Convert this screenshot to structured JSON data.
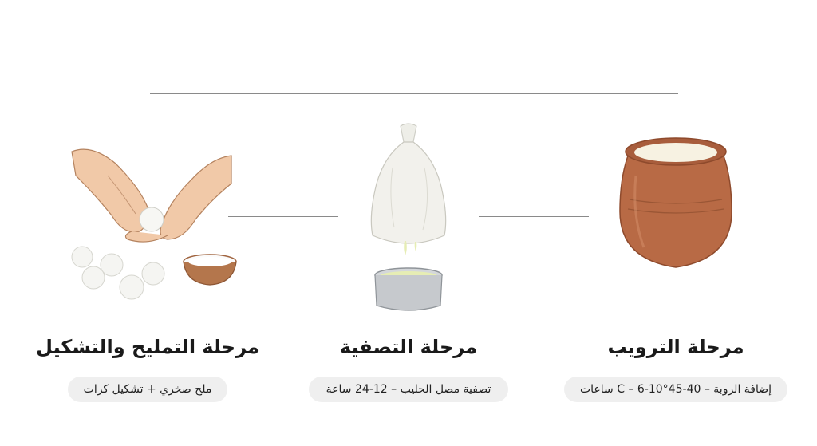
{
  "stages": [
    {
      "title": "مرحلة التمليح والتشكيل",
      "detail": "ملح صخري + تشكيل كرات",
      "icon": "hands-shaping-balls-icon"
    },
    {
      "title": "مرحلة التصفية",
      "detail": "تصفية مصل الحليب – 12-24 ساعة",
      "icon": "cloth-bag-strainer-icon"
    },
    {
      "title": "مرحلة الترويب",
      "detail": "إضافة الروبة – 40-45°C – 6-10 ساعات",
      "icon": "clay-pot-icon"
    }
  ],
  "colors": {
    "pot": "#b86a45",
    "cloth": "#f2f1ec",
    "whey": "#e6edb4",
    "pill_bg": "#efefef",
    "line": "#8a8a8a"
  }
}
